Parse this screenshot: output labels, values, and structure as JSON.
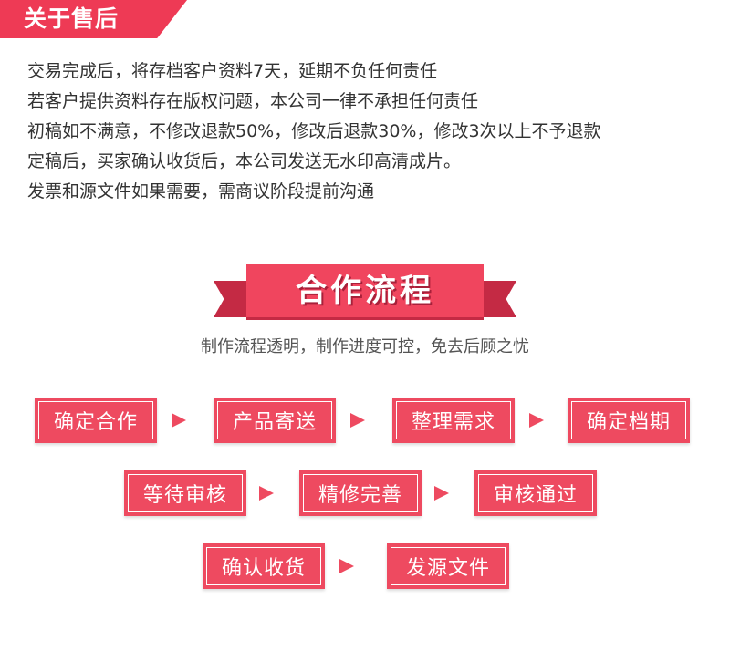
{
  "header": {
    "title": "关于售后"
  },
  "policy": {
    "lines": [
      "交易完成后，将存档客户资料7天，延期不负任何责任",
      "若客户提供资料存在版权问题，本公司一律不承担任何责任",
      "初稿如不满意，不修改退款50%，修改后退款30%，修改3次以上不予退款",
      "定稿后，买家确认收货后，本公司发送无水印高清成片。",
      "发票和源文件如果需要，需商议阶段提前沟通"
    ]
  },
  "process": {
    "title": "合作流程",
    "subtitle": "制作流程透明，制作进度可控，免去后顾之忧",
    "steps": [
      "确定合作",
      "产品寄送",
      "整理需求",
      "确定档期",
      "等待审核",
      "精修完善",
      "审核通过",
      "确认收货",
      "发源文件"
    ]
  },
  "colors": {
    "accent": "#ee3a55",
    "ribbon_shadow": "#c42a44",
    "text": "#333333"
  },
  "icons": {
    "step_arrow": "triangle-right-icon"
  }
}
